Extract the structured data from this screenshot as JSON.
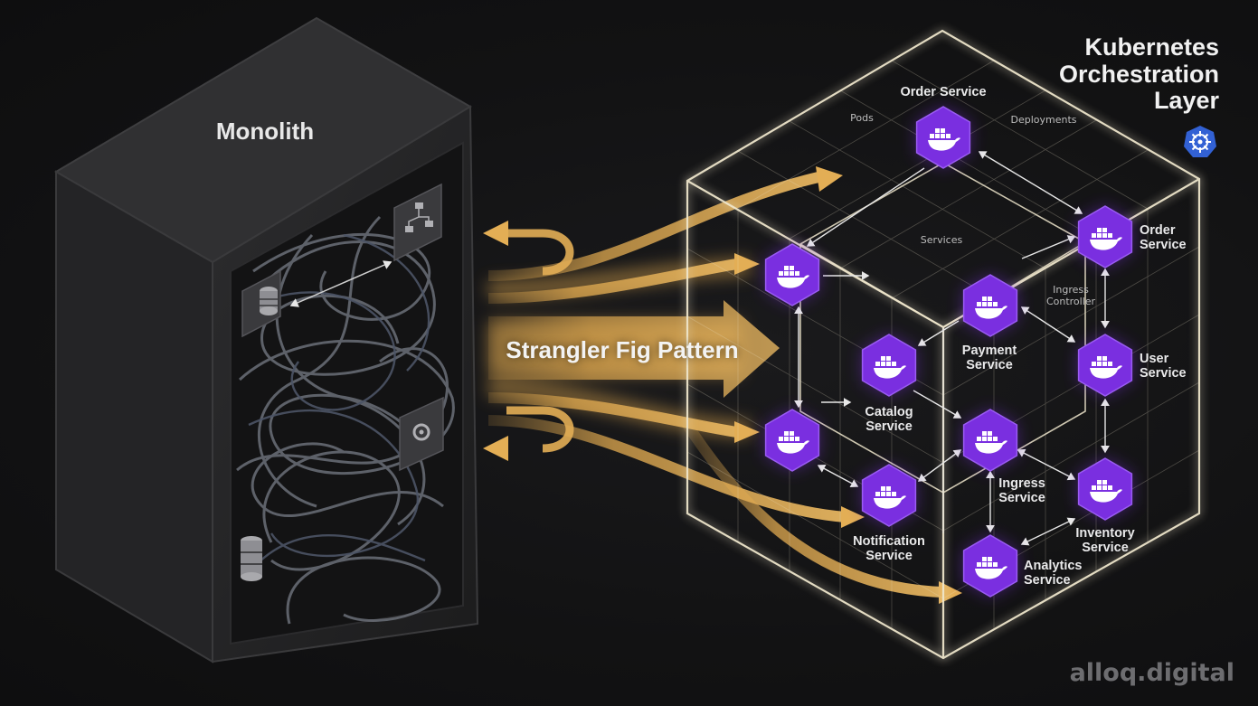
{
  "monolith": {
    "title": "Monolith"
  },
  "pattern": {
    "label": "Strangler Fig Pattern"
  },
  "kubernetes": {
    "title_line1": "Kubernetes",
    "title_line2": "Orchestration",
    "title_line3": "Layer",
    "icon": "kubernetes-helm-icon"
  },
  "cube_labels": {
    "pods": "Pods",
    "deployments": "Deployments",
    "services": "Services",
    "ingress_controller_line1": "Ingress",
    "ingress_controller_line2": "Controller"
  },
  "services": {
    "order_top": "Order Service",
    "order_right_1": "Order",
    "order_right_2": "Service",
    "payment_1": "Payment",
    "payment_2": "Service",
    "user_1": "User",
    "user_2": "Service",
    "catalog_1": "Catalog",
    "catalog_2": "Service",
    "ingress_1": "Ingress",
    "ingress_2": "Service",
    "notification_1": "Notification",
    "notification_2": "Service",
    "inventory_1": "Inventory",
    "inventory_2": "Service",
    "analytics_1": "Analytics",
    "analytics_2": "Service"
  },
  "icons": {
    "service": "docker-whale-icon",
    "database": "database-icon",
    "flowchart": "flowchart-icon",
    "settings": "gear-icon"
  },
  "colors": {
    "hex_fill": "#7a2fe0",
    "arrow_gold": "#d9a04a",
    "cube_line": "#efe6cc",
    "background": "#121213"
  },
  "brand": {
    "text": "alloq.digital"
  }
}
